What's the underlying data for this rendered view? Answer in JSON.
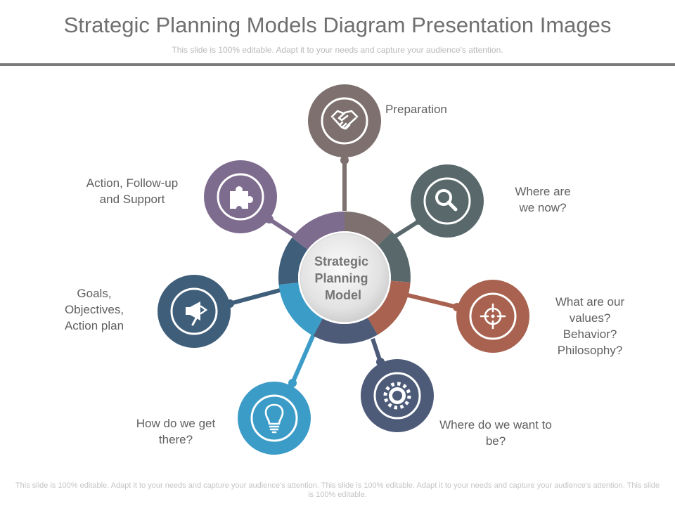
{
  "title": "Strategic Planning Models Diagram Presentation Images",
  "subtitle": "This slide is 100% editable. Adapt it to your needs and capture your audience's attention.",
  "center": {
    "lines": [
      "Strategic",
      "Planning",
      "Model"
    ]
  },
  "nodes": [
    {
      "id": "preparation",
      "label": "Preparation",
      "icon": "handshake-icon",
      "color": "#7d706e"
    },
    {
      "id": "where-now",
      "label": "Where are we now?",
      "icon": "magnifier-icon",
      "color": "#58686b"
    },
    {
      "id": "values",
      "label": "What are our values? Behavior? Philosophy?",
      "icon": "target-icon",
      "color": "#a8624f"
    },
    {
      "id": "want-to-be",
      "label": "Where do we want to be?",
      "icon": "gear-icon",
      "color": "#4d5b79"
    },
    {
      "id": "get-there",
      "label": "How do we get there?",
      "icon": "lightbulb-icon",
      "color": "#3c9cc8"
    },
    {
      "id": "goals",
      "label": "Goals, Objectives, Action plan",
      "icon": "megaphone-icon",
      "color": "#3f5e7a"
    },
    {
      "id": "action",
      "label": "Action, Follow-up and Support",
      "icon": "puzzle-icon",
      "color": "#7e6c8f"
    }
  ],
  "footer": "This slide is 100% editable. Adapt it to your needs and capture your audience's attention. This slide is 100% editable. Adapt it to your needs and capture your audience's attention. This slide is 100% editable."
}
